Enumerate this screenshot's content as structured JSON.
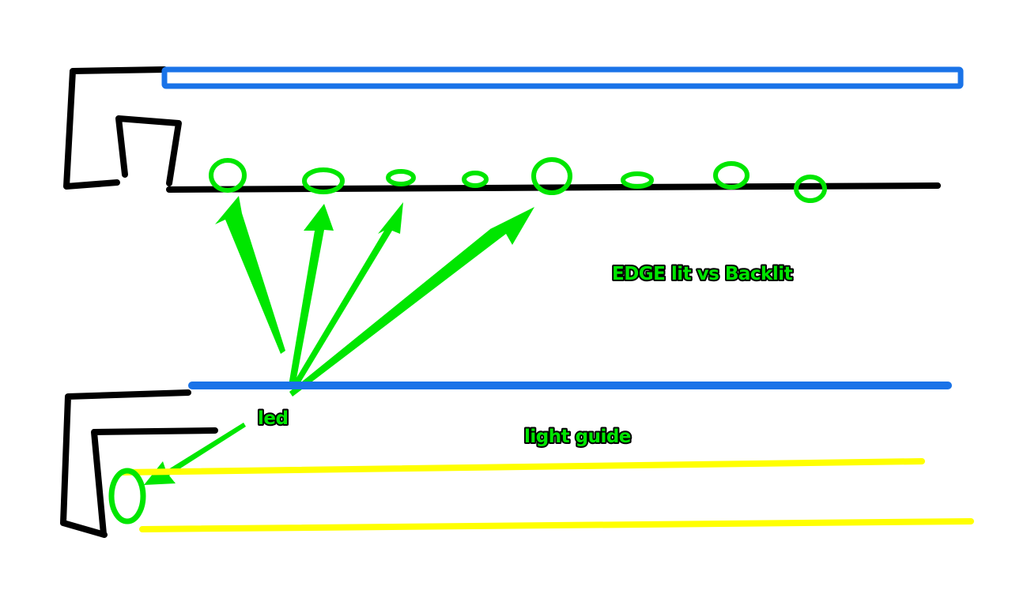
{
  "colors": {
    "frame": "#000000",
    "panel": "#1a73e8",
    "led": "#00e600",
    "light_guide": "#ffff00",
    "label_fill": "#00e600",
    "label_outline": "#000000"
  },
  "labels": {
    "title": "EDGE lit vs Backlit",
    "led": "led",
    "light_guide": "light guide"
  },
  "icons": {
    "led_marker": "circle-outline",
    "pointer": "arrow"
  }
}
